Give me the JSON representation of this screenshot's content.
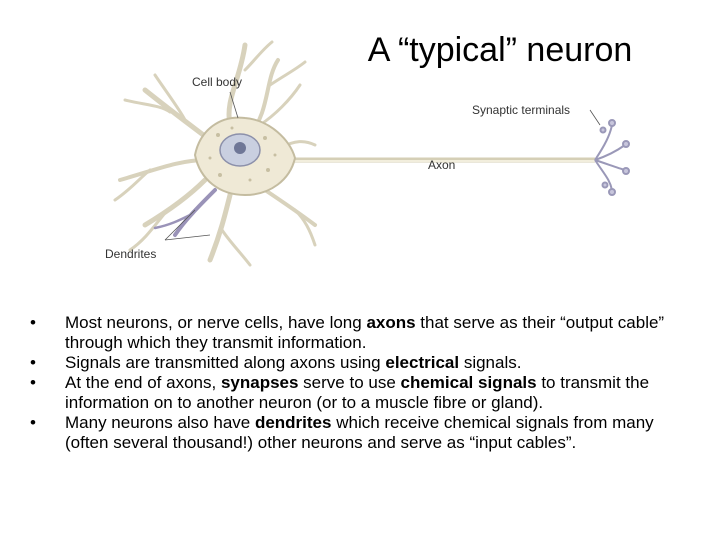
{
  "title": "A “typical” neuron",
  "figure": {
    "labels": {
      "cell_body": "Cell body",
      "synaptic_terminals": "Synaptic terminals",
      "axon": "Axon",
      "dendrites": "Dendrites"
    },
    "colors": {
      "membrane": "#d9d2b4",
      "cytoplasm": "#efe9d6",
      "nucleus": "#c9cfe0",
      "dendrite": "#e7e2cc",
      "outline": "#8a8370"
    }
  },
  "bullet_symbol": "•",
  "bullets": [
    {
      "parts": [
        {
          "text": "Most neurons, or nerve cells, have long ",
          "bold": false
        },
        {
          "text": "axons",
          "bold": true
        },
        {
          "text": " that serve as their “output cable” through which they transmit information.",
          "bold": false
        }
      ]
    },
    {
      "parts": [
        {
          "text": "Signals are transmitted along axons using ",
          "bold": false
        },
        {
          "text": "electrical",
          "bold": true
        },
        {
          "text": " signals.",
          "bold": false
        }
      ]
    },
    {
      "parts": [
        {
          "text": "At the end of axons, ",
          "bold": false
        },
        {
          "text": "synapses",
          "bold": true
        },
        {
          "text": " serve to use ",
          "bold": false
        },
        {
          "text": "chemical signals",
          "bold": true
        },
        {
          "text": " to transmit the information on to another neuron (or to a muscle fibre or gland).",
          "bold": false
        }
      ]
    },
    {
      "parts": [
        {
          "text": "Many neurons also have ",
          "bold": false
        },
        {
          "text": "dendrites",
          "bold": true
        },
        {
          "text": " which receive chemical signals from many (often several thousand!) other neurons and serve as “input cables”.",
          "bold": false
        }
      ]
    }
  ]
}
